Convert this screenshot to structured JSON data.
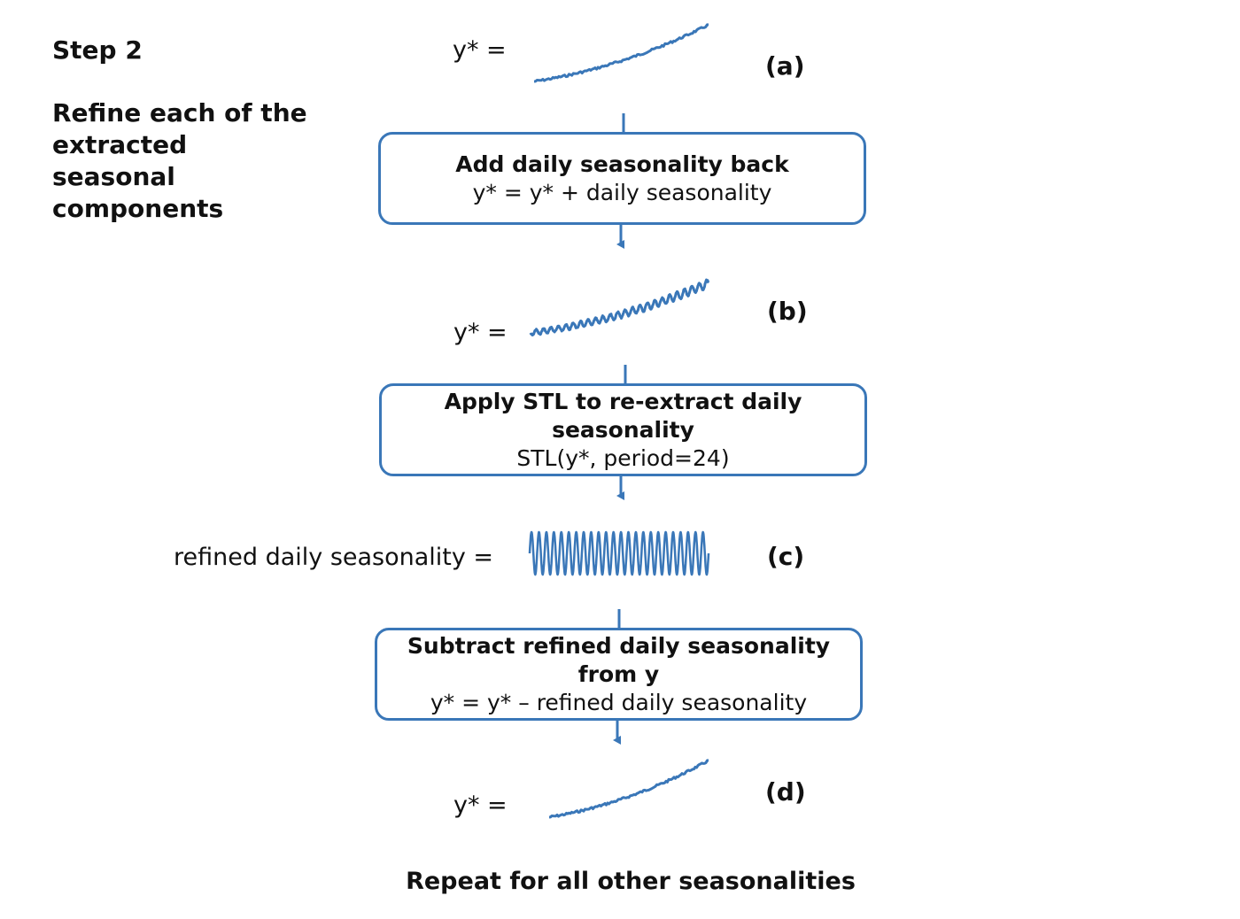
{
  "step": {
    "title": "Step 2",
    "description_lines": [
      "Refine each of the",
      "extracted",
      "seasonal",
      "components"
    ]
  },
  "panels": {
    "a": {
      "equation": "y* =",
      "label": "(a)",
      "plot": "upward trend (smooth)"
    },
    "b": {
      "equation": "y* =",
      "label": "(b)",
      "plot": "upward trend with daily oscillation"
    },
    "c": {
      "equation": "refined daily seasonality =",
      "label": "(c)",
      "plot": "regular oscillation"
    },
    "d": {
      "equation": "y* =",
      "label": "(d)",
      "plot": "upward trend (smooth)"
    }
  },
  "boxes": [
    {
      "title": "Add daily seasonality back",
      "subtitle": "y* = y* + daily seasonality"
    },
    {
      "title": "Apply STL to re-extract daily seasonality",
      "subtitle": "STL(y*, period=24)"
    },
    {
      "title": "Subtract refined daily seasonality from y",
      "subtitle": "y* = y* – refined daily seasonality"
    }
  ],
  "footer": "Repeat for all other seasonalities",
  "colors": {
    "accent": "#3a77b8",
    "text": "#111111",
    "background": "#ffffff"
  }
}
